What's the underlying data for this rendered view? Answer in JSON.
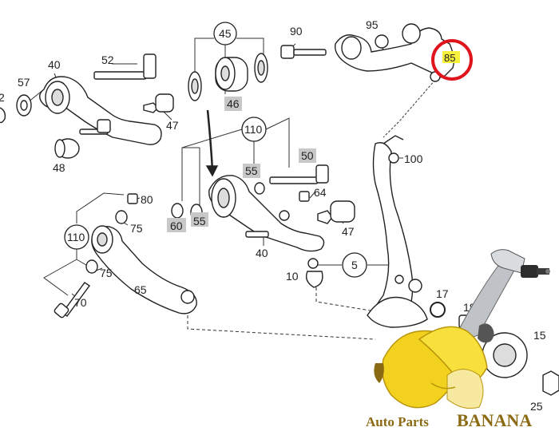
{
  "parts": {
    "p2": "2",
    "p57": "57",
    "p40a": "40",
    "p52": "52",
    "p48": "48",
    "p47a": "47",
    "p45": "45",
    "p46": "46",
    "p90": "90",
    "p95": "95",
    "p85": "85",
    "p110a": "110",
    "p55a": "55",
    "p50": "50",
    "p100": "100",
    "p64": "64",
    "p60": "60",
    "p55b": "55",
    "p80": "80",
    "p75a": "75",
    "p47b": "47",
    "p40b": "40",
    "p110b": "110",
    "p75b": "75",
    "p65": "65",
    "p70": "70",
    "p10": "10",
    "p5": "5",
    "p17": "17",
    "p18": "18",
    "p15": "15",
    "p25": "25"
  },
  "brand": {
    "prefix": "Auto Parts",
    "name": "BANANA"
  },
  "colors": {
    "highlight_ring": "#e0141c",
    "highlight_fill": "#f5f03a",
    "label_box": "#c8c8c8",
    "brand_text": "#8a6a12",
    "banana": "#f2d21e"
  }
}
